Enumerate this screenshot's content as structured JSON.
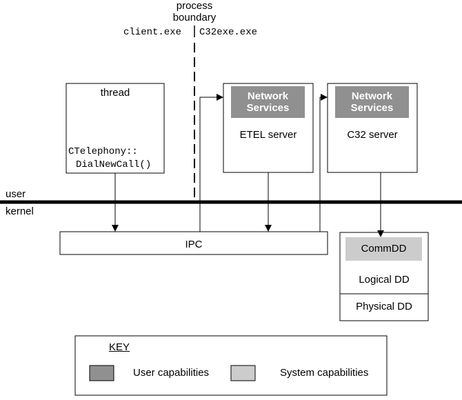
{
  "header": {
    "boundary_label_line1": "process",
    "boundary_label_line2": "boundary",
    "left_process": "client.exe",
    "right_process": "C32exe.exe"
  },
  "thread_box": {
    "title": "thread",
    "code_line1": "CTelephony::",
    "code_line2": "DialNewCall()"
  },
  "etel_box": {
    "badge_line1": "Network",
    "badge_line2": "Services",
    "title": "ETEL server"
  },
  "c32_box": {
    "badge_line1": "Network",
    "badge_line2": "Services",
    "title": "C32 server"
  },
  "layers": {
    "user": "user",
    "kernel": "kernel"
  },
  "ipc_box": {
    "label": "IPC"
  },
  "dd_box": {
    "commdd": "CommDD",
    "logical": "Logical DD",
    "physical": "Physical DD"
  },
  "key": {
    "title": "KEY",
    "user_caps": "User capabilities",
    "system_caps": "System capabilities"
  },
  "colors": {
    "user_capability": "#909090",
    "system_capability": "#cccccc"
  }
}
